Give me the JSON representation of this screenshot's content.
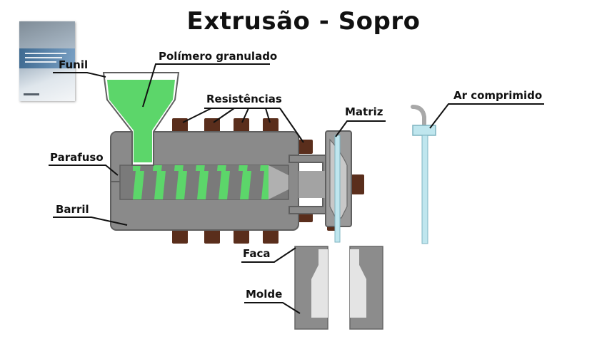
{
  "title": "Extrusão - Sopro",
  "labels": {
    "funil": "Funil",
    "polimero": "Polímero granulado",
    "resistencias": "Resistências",
    "matriz": "Matriz",
    "ar": "Ar comprimido",
    "parafuso": "Parafuso",
    "barril": "Barril",
    "faca": "Faca",
    "molde": "Molde"
  },
  "colors": {
    "barrel": "#8a8a8a",
    "barrel_dark": "#5f5f5f",
    "polymer": "#5cd66a",
    "heater": "#5a2e1c",
    "air": "#bfe6ee",
    "die": "#9a9a9a",
    "mold": "#8c8c8c",
    "mold_cavity": "#e4e4e4"
  },
  "icons": {
    "book": "book-cover-thumbnail"
  }
}
